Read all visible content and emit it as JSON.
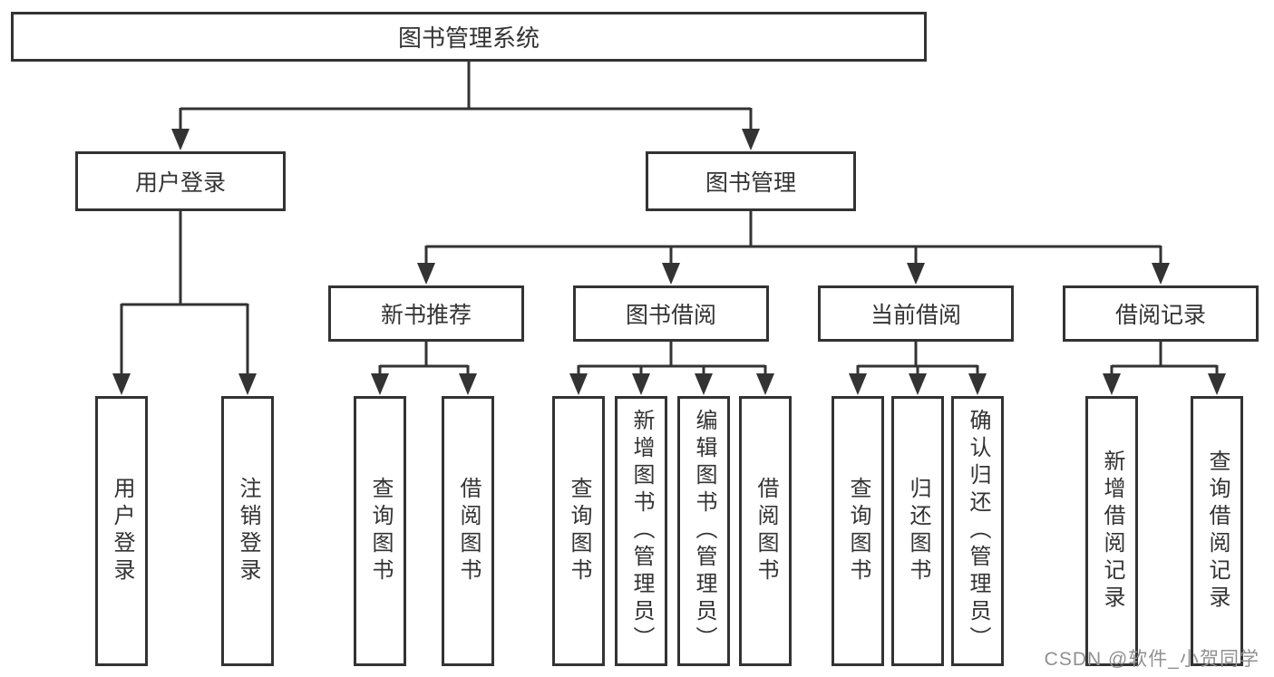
{
  "diagram": {
    "root": {
      "label": "图书管理系统"
    },
    "level2": [
      {
        "label": "用户登录"
      },
      {
        "label": "图书管理"
      }
    ],
    "level3": [
      {
        "label": "新书推荐"
      },
      {
        "label": "图书借阅"
      },
      {
        "label": "当前借阅"
      },
      {
        "label": "借阅记录"
      }
    ],
    "leaves": {
      "user_login": [
        {
          "label": "用户登录"
        },
        {
          "label": "注销登录"
        }
      ],
      "new_book_recommend": [
        {
          "label": "查询图书"
        },
        {
          "label": "借阅图书"
        }
      ],
      "book_borrow": [
        {
          "label": "查询图书"
        },
        {
          "label": "新增图书（管理员）"
        },
        {
          "label": "编辑图书（管理员）"
        },
        {
          "label": "借阅图书"
        }
      ],
      "current_borrow": [
        {
          "label": "查询图书"
        },
        {
          "label": "归还图书"
        },
        {
          "label": "确认归还（管理员）"
        }
      ],
      "borrow_records": [
        {
          "label": "新增借阅记录"
        },
        {
          "label": "查询借阅记录"
        }
      ]
    },
    "watermark": "CSDN @软件_小贺同学",
    "colors": {
      "line": "#333333",
      "text": "#333333",
      "background": "#ffffff",
      "watermark": "#909090"
    }
  }
}
